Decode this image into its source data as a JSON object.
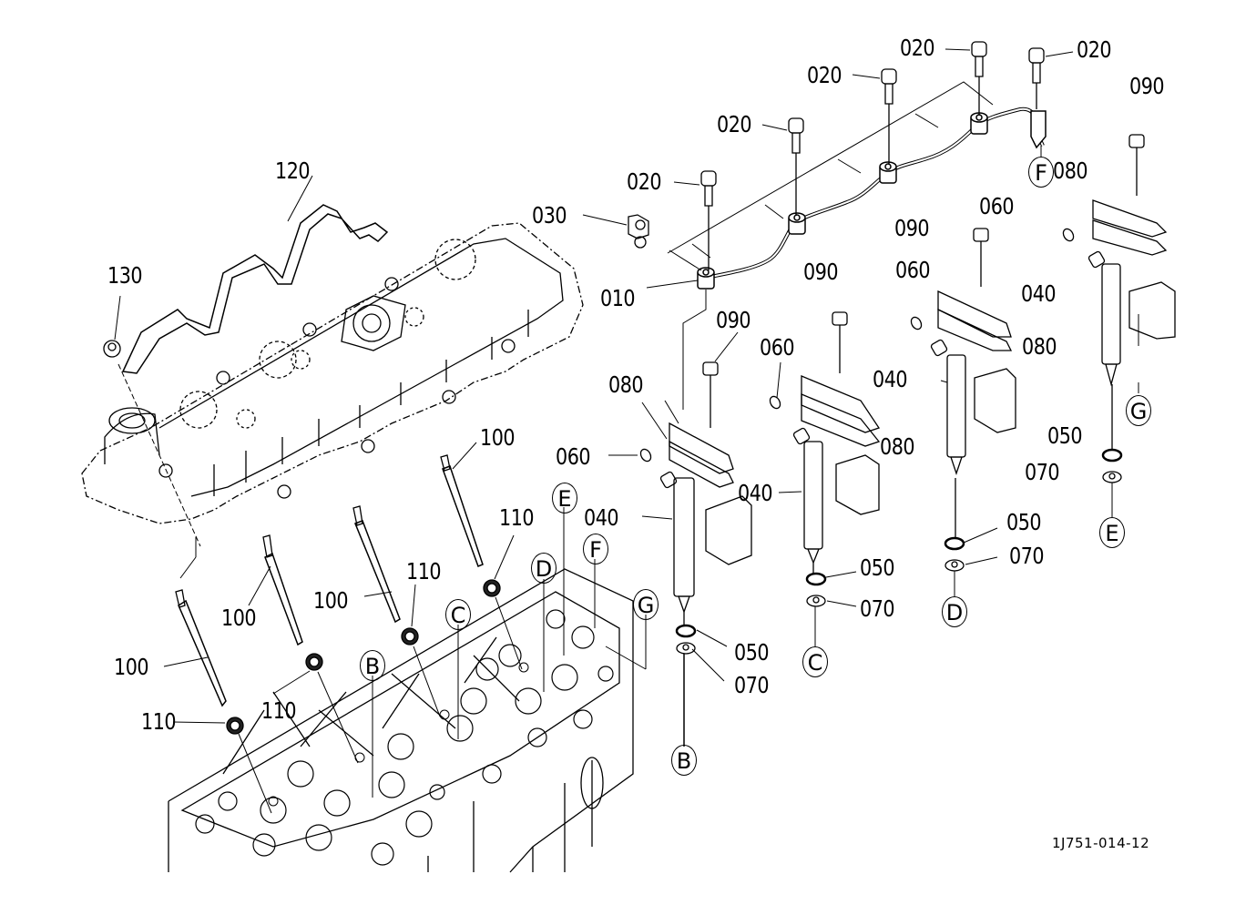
{
  "diagram": {
    "type": "exploded-parts-diagram",
    "subject": "Injection nozzle, injection pipe, glow plug and cylinder head cover",
    "drawing_code": "1J751-014-12",
    "part_labels": [
      {
        "id": "010",
        "text": "010"
      },
      {
        "id": "020a",
        "text": "020"
      },
      {
        "id": "020b",
        "text": "020"
      },
      {
        "id": "020c",
        "text": "020"
      },
      {
        "id": "020d",
        "text": "020"
      },
      {
        "id": "020e",
        "text": "020"
      },
      {
        "id": "030",
        "text": "030"
      },
      {
        "id": "040a",
        "text": "040"
      },
      {
        "id": "040b",
        "text": "040"
      },
      {
        "id": "040c",
        "text": "040"
      },
      {
        "id": "040d",
        "text": "040"
      },
      {
        "id": "050a",
        "text": "050"
      },
      {
        "id": "050b",
        "text": "050"
      },
      {
        "id": "050c",
        "text": "050"
      },
      {
        "id": "050d",
        "text": "050"
      },
      {
        "id": "060a",
        "text": "060"
      },
      {
        "id": "060b",
        "text": "060"
      },
      {
        "id": "060c",
        "text": "060"
      },
      {
        "id": "060d",
        "text": "060"
      },
      {
        "id": "070a",
        "text": "070"
      },
      {
        "id": "070b",
        "text": "070"
      },
      {
        "id": "070c",
        "text": "070"
      },
      {
        "id": "070d",
        "text": "070"
      },
      {
        "id": "080a",
        "text": "080"
      },
      {
        "id": "080b",
        "text": "080"
      },
      {
        "id": "080c",
        "text": "080"
      },
      {
        "id": "080d",
        "text": "080"
      },
      {
        "id": "090a",
        "text": "090"
      },
      {
        "id": "090b",
        "text": "090"
      },
      {
        "id": "090c",
        "text": "090"
      },
      {
        "id": "090d",
        "text": "090"
      },
      {
        "id": "100a",
        "text": "100"
      },
      {
        "id": "100b",
        "text": "100"
      },
      {
        "id": "100c",
        "text": "100"
      },
      {
        "id": "100d",
        "text": "100"
      },
      {
        "id": "110a",
        "text": "110"
      },
      {
        "id": "110b",
        "text": "110"
      },
      {
        "id": "110c",
        "text": "110"
      },
      {
        "id": "110d",
        "text": "110"
      },
      {
        "id": "120",
        "text": "120"
      },
      {
        "id": "130",
        "text": "130"
      }
    ],
    "reference_markers": {
      "B": "B",
      "C": "C",
      "D": "D",
      "E": "E",
      "F": "F",
      "G": "G"
    }
  }
}
